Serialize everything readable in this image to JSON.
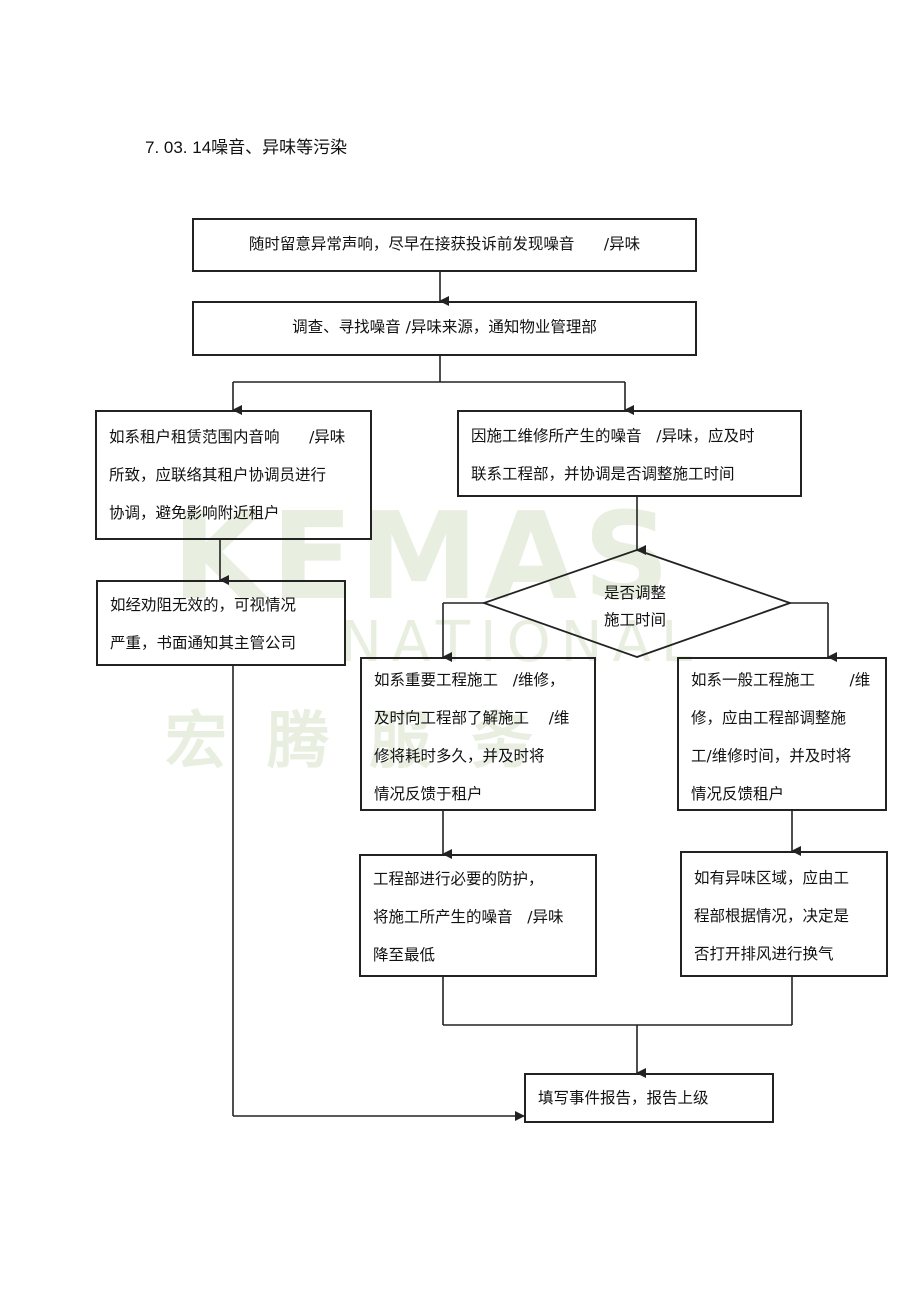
{
  "title": "7.  03.  14噪音、异味等污染",
  "watermark": {
    "latin_big": "KEMAS",
    "latin_mid": "NATIONAL",
    "chinese": "宏腾服务"
  },
  "nodes": {
    "detect": {
      "lines": [
        "随时留意异常声响，尽早在接获投诉前发现噪音      /异味"
      ]
    },
    "investigate": {
      "lines": [
        "调查、寻找噪音 /异味来源，通知物业管理部"
      ]
    },
    "tenant_range": {
      "lines": [
        "如系租户租赁范围内音响      /异味",
        "所致，应联络其租户协调员进行",
        "协调，避免影响附近租户"
      ]
    },
    "construction": {
      "lines": [
        "因施工维修所产生的噪音   /异味，应及时",
        "联系工程部，并协调是否调整施工时间"
      ]
    },
    "persuade_fail": {
      "lines": [
        "如经劝阻无效的，可视情况",
        "严重，书面通知其主管公司"
      ]
    },
    "decision": {
      "lines": [
        "是否调整",
        "施工时间"
      ]
    },
    "important_work": {
      "lines": [
        "如系重要工程施工   /维修，",
        "及时向工程部了解施工    /维",
        "修将耗时多久，并及时将",
        "情况反馈于租户"
      ]
    },
    "general_work": {
      "lines": [
        "如系一般工程施工       /维",
        "修，应由工程部调整施",
        "工/维修时间，并及时将",
        "情况反馈租户"
      ]
    },
    "protection": {
      "lines": [
        "工程部进行必要的防护，",
        "将施工所产生的噪音   /异味",
        "降至最低"
      ]
    },
    "ventilation": {
      "lines": [
        "如有异味区域，应由工",
        "程部根据情况，决定是",
        "否打开排风进行换气"
      ]
    },
    "report": {
      "lines": [
        "填写事件报告，报告上级"
      ]
    }
  },
  "colors": {
    "line": "#222222",
    "watermark": "#e8efe0"
  }
}
